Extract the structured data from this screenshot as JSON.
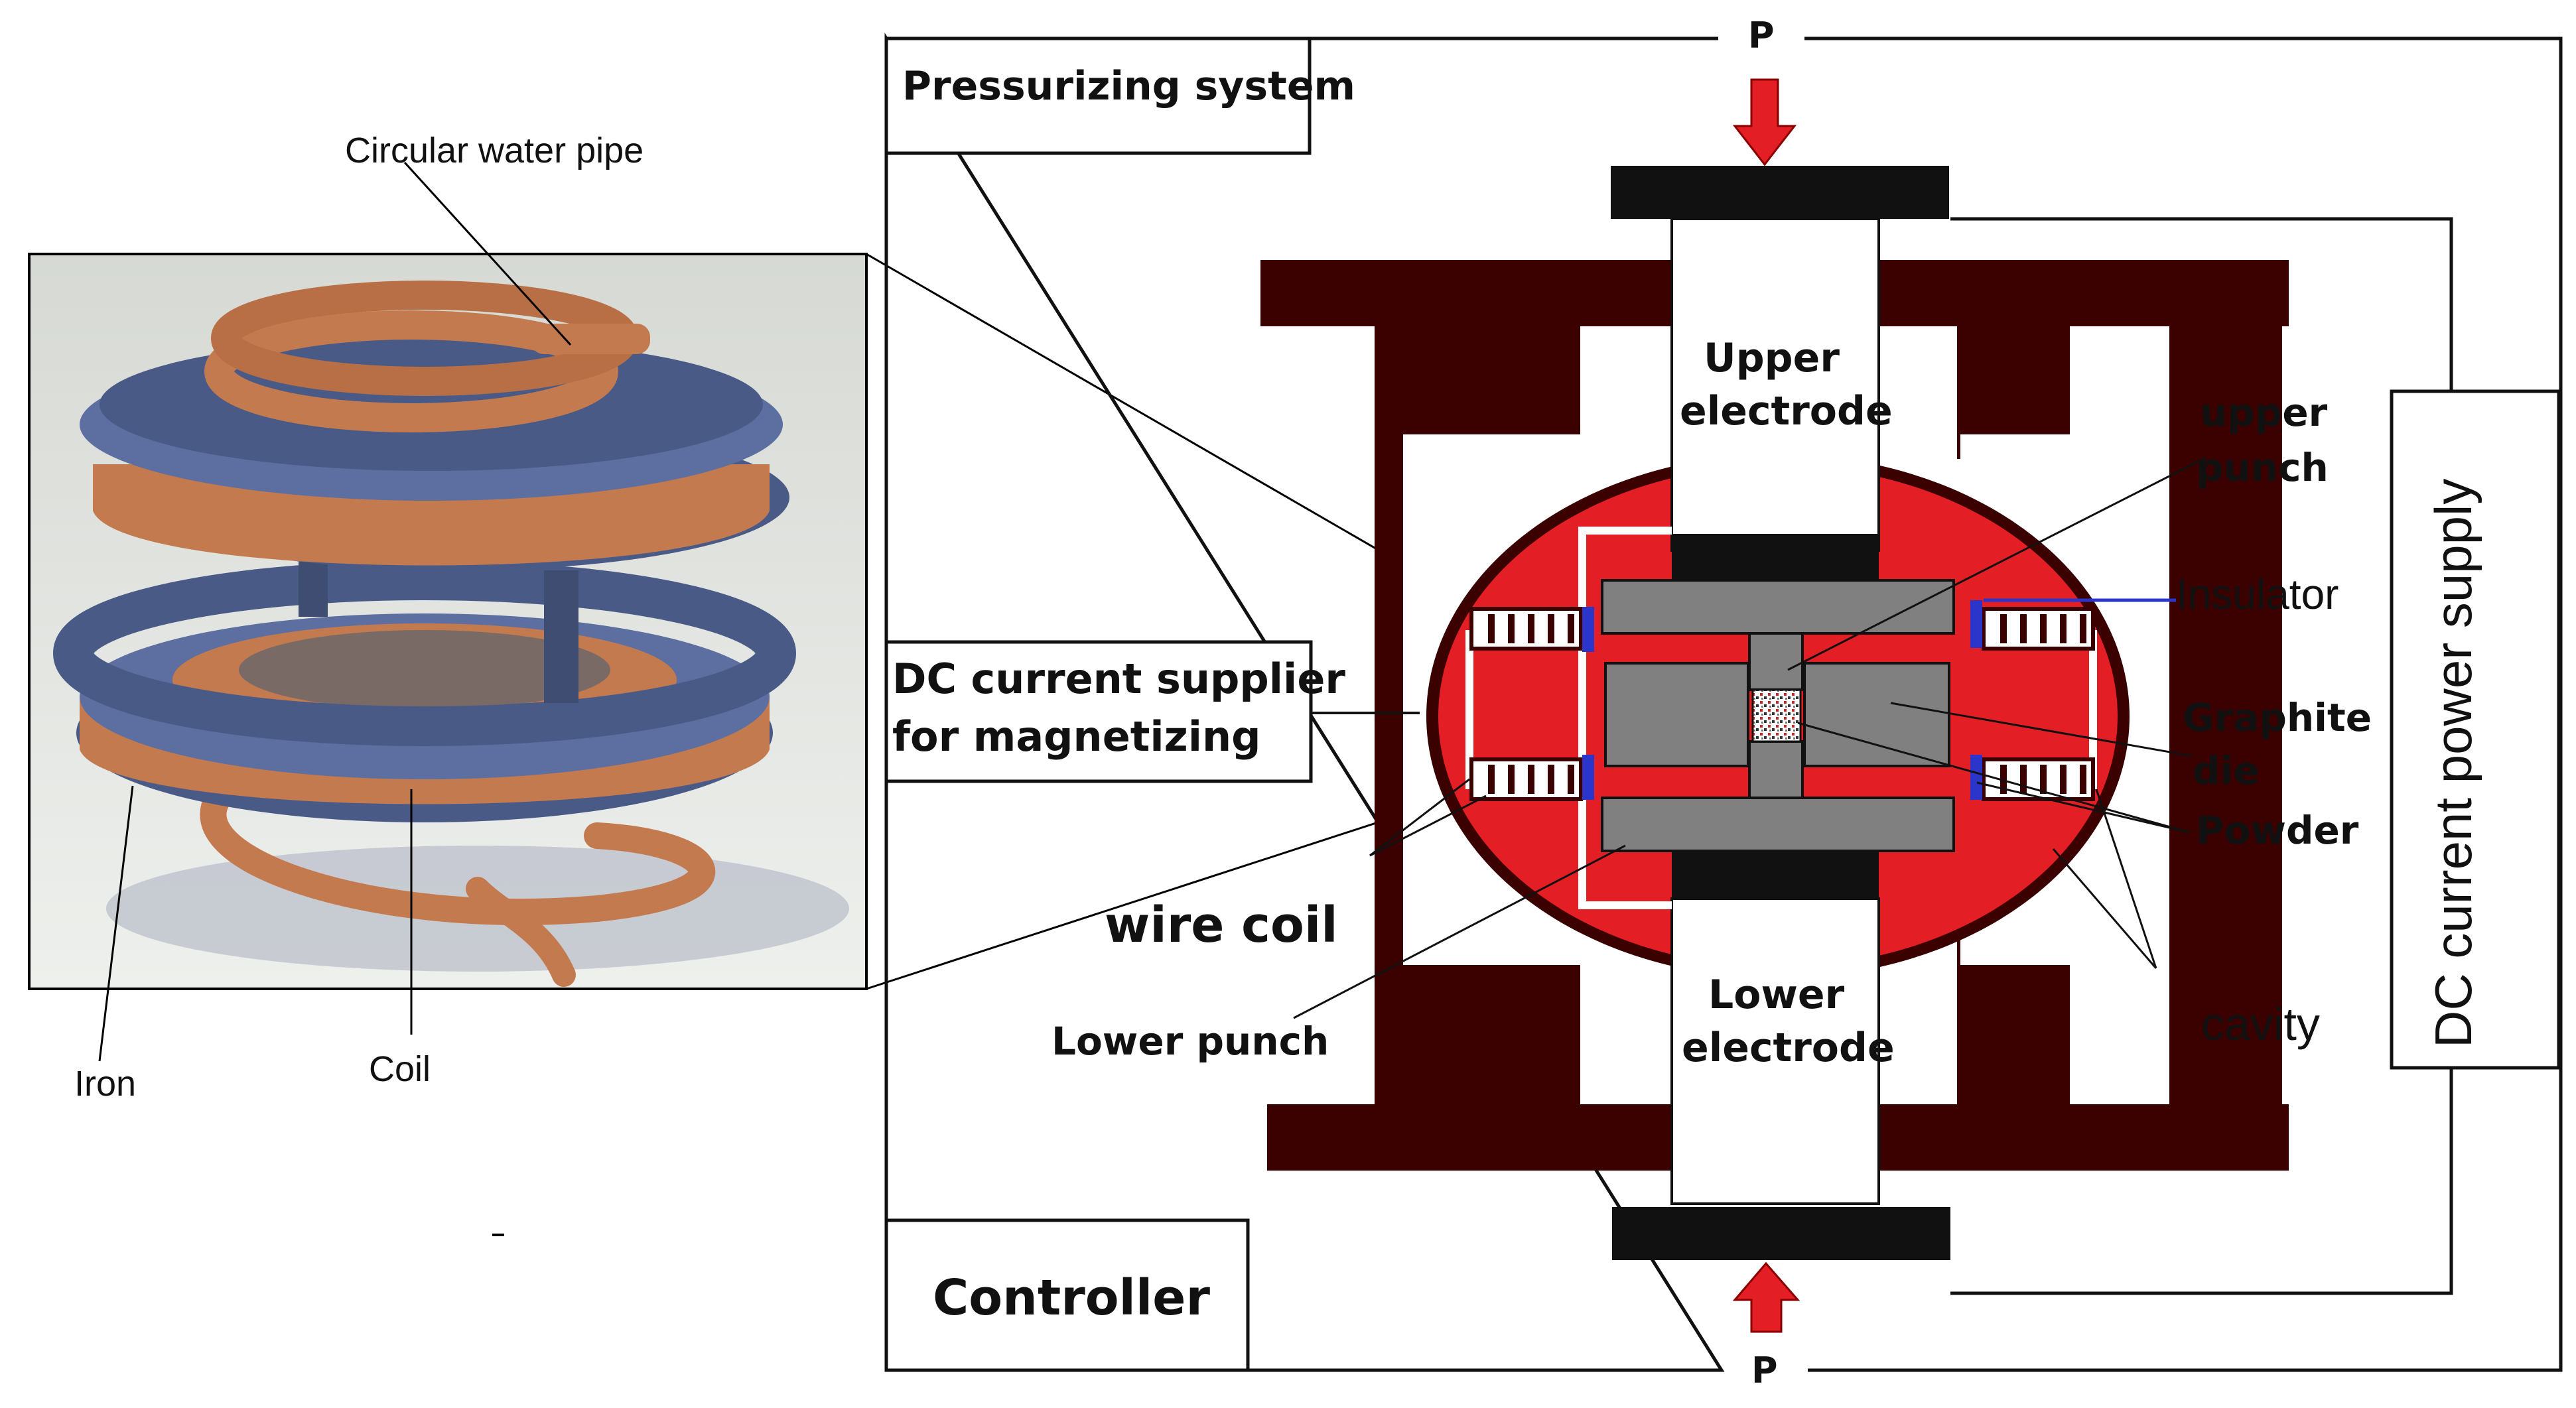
{
  "colors": {
    "frame": "#111111",
    "iron_frame": "#3b0000",
    "cavity": "#e31e24",
    "graphite": "#808080",
    "electrode_plate": "#111111",
    "pressure_arrow": "#e31e24",
    "insulator": "#2b35c9",
    "iron_disc": "#4a5a86",
    "copper": "#c47a4f"
  },
  "icons": [
    "pressure-arrow-icon",
    "coil-winding-icon",
    "powder-sample-icon"
  ],
  "labels": {
    "pressure_top": "P",
    "pressure_bottom": "P",
    "pressurizing_system": "Pressurizing system",
    "controller": "Controller",
    "dc_power_supply": "DC current power supply",
    "dc_magnetizing_line1": "DC current supplier",
    "dc_magnetizing_line2": "for magnetizing",
    "upper_electrode_line1": "Upper",
    "upper_electrode_line2": "electrode",
    "lower_electrode_line1": "Lower",
    "lower_electrode_line2": "electrode",
    "upper_punch_line1": "upper",
    "upper_punch_line2": "punch",
    "insulator": "Insulator",
    "graphite_die_line1": "Graphite",
    "graphite_die_line2": "die",
    "powder": "Powder",
    "cavity": "cavity",
    "wire_coil": "wire coil",
    "lower_punch": "Lower punch",
    "circular_water_pipe": "Circular water pipe",
    "iron": "Iron",
    "coil": "Coil"
  }
}
